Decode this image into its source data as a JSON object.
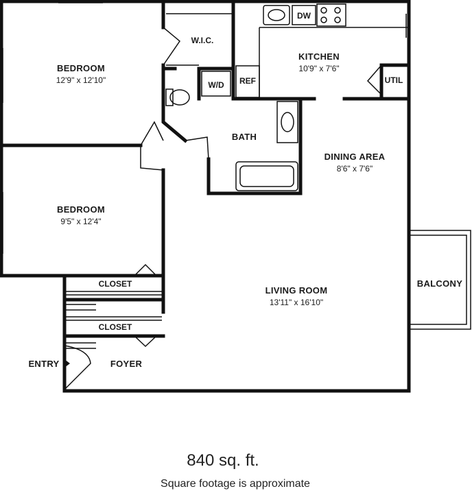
{
  "rooms": {
    "bedroom1": {
      "name": "BEDROOM",
      "size": "12'9\" x 12'10\""
    },
    "bedroom2": {
      "name": "BEDROOM",
      "size": "9'5\" x 12'4\""
    },
    "wic": {
      "name": "W.I.C."
    },
    "wd": {
      "name": "W/D"
    },
    "ref": {
      "name": "REF"
    },
    "dw": {
      "name": "DW"
    },
    "kitchen": {
      "name": "KITCHEN",
      "size": "10'9\" x 7'6\""
    },
    "util": {
      "name": "UTIL"
    },
    "bath": {
      "name": "BATH"
    },
    "dining": {
      "name": "DINING AREA",
      "size": "8'6\" x 7'6\""
    },
    "closet1": {
      "name": "CLOSET"
    },
    "closet2": {
      "name": "CLOSET"
    },
    "living": {
      "name": "LIVING ROOM",
      "size": "13'11\" x 16'10\""
    },
    "balcony": {
      "name": "BALCONY"
    },
    "entry": {
      "name": "ENTRY"
    },
    "foyer": {
      "name": "FOYER"
    }
  },
  "footer": {
    "sqft": "840 sq. ft.",
    "note": "Square footage is approximate"
  }
}
